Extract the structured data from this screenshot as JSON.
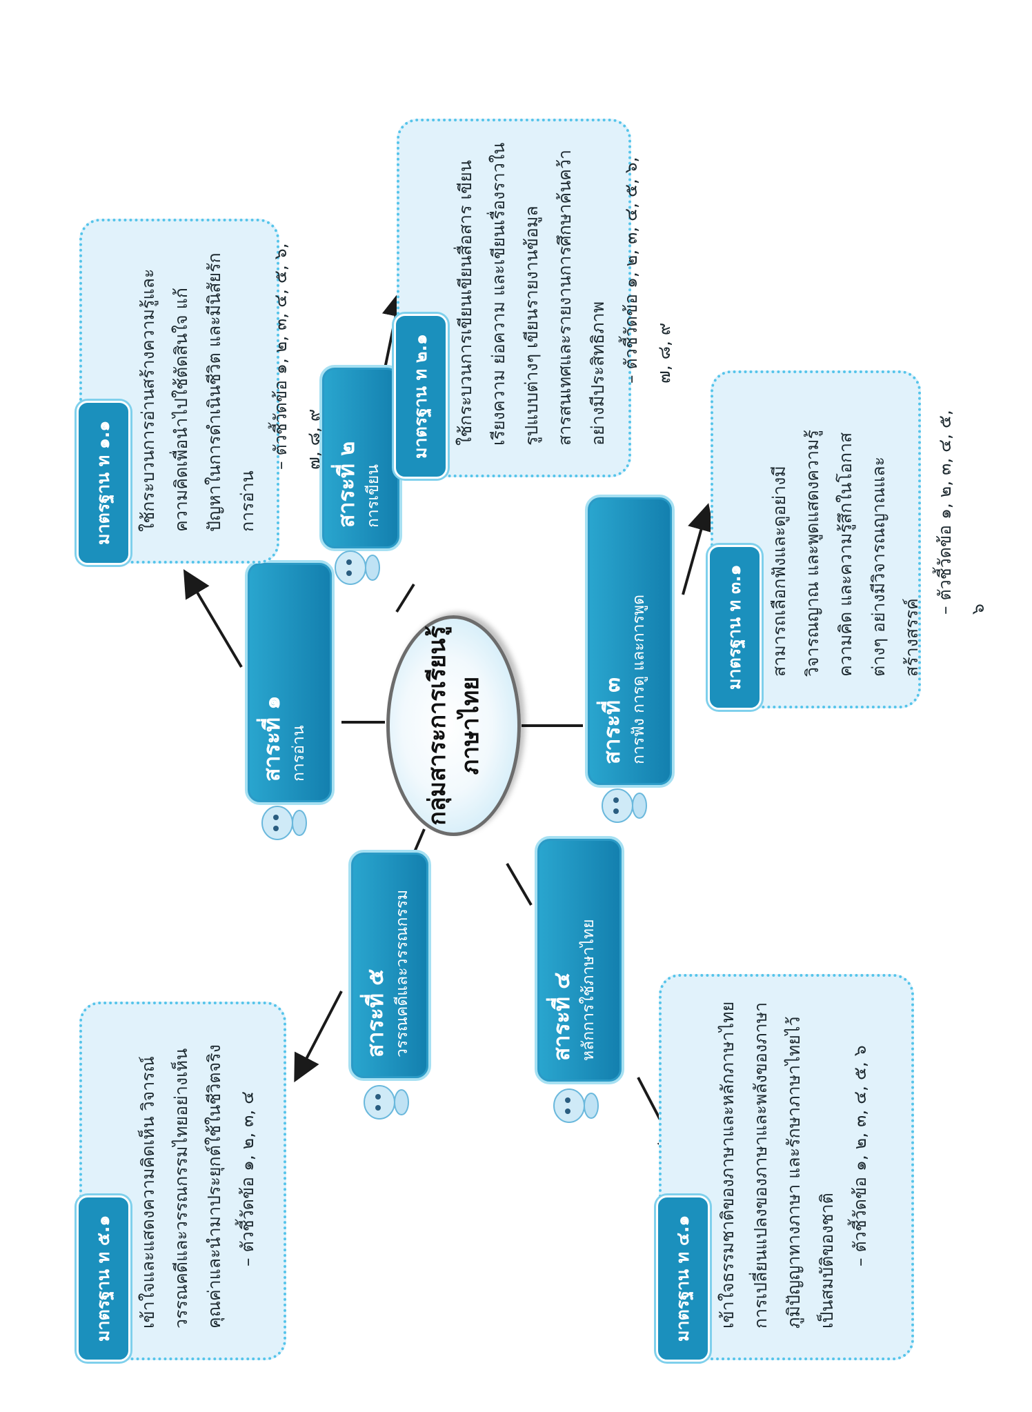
{
  "center": {
    "line1": "กลุ่มสาระการเรียนรู้",
    "line2": "ภาษาไทย"
  },
  "topics": [
    {
      "title": "สาระที่ ๑",
      "subtitle": "การอ่าน"
    },
    {
      "title": "สาระที่ ๒",
      "subtitle": "การเขียน"
    },
    {
      "title": "สาระที่ ๓",
      "subtitle": "การฟัง การดู และการพูด"
    },
    {
      "title": "สาระที่ ๔",
      "subtitle": "หลักการใช้ภาษาไทย"
    },
    {
      "title": "สาระที่ ๕",
      "subtitle": "วรรณคดีและวรรณกรรม"
    }
  ],
  "standards": [
    {
      "tag": "มาตรฐาน ท ๑.๑",
      "body": "ใช้กระบวนการอ่านสร้างความรู้และความคิดเพื่อนำไปใช้ตัดสินใจ แก้ปัญหาในการดำเนินชีวิต และมีนิสัยรักการอ่าน",
      "indicators": "– ตัวชี้วัดข้อ ๑, ๒, ๓, ๔, ๕, ๖, ๗, ๘, ๙"
    },
    {
      "tag": "มาตรฐาน ท ๒.๑",
      "body": "ใช้กระบวนการเขียนเขียนสื่อสาร เขียนเรียงความ ย่อความ และเขียนเรื่องราวในรูปแบบต่างๆ เขียนรายงานข้อมูลสารสนเทศและรายงานการศึกษาค้นคว้าอย่างมีประสิทธิภาพ",
      "indicators": "– ตัวชี้วัดข้อ ๑, ๒, ๓, ๔, ๕, ๖, ๗, ๘, ๙"
    },
    {
      "tag": "มาตรฐาน ท ๓.๑",
      "body": "สามารถเลือกฟังและดูอย่างมีวิจารณญาณ และพูดแสดงความรู้ ความคิด และความรู้สึกในโอกาสต่างๆ อย่างมีวิจารณญาณและสร้างสรรค์",
      "indicators": "– ตัวชี้วัดข้อ ๑, ๒, ๓, ๔, ๕, ๖"
    },
    {
      "tag": "มาตรฐาน ท ๔.๑",
      "body": "เข้าใจธรรมชาติของภาษาและหลักภาษาไทย การเปลี่ยนแปลงของภาษาและพลังของภาษา ภูมิปัญญาทางภาษา และรักษาภาษาไทยไว้เป็นสมบัติของชาติ",
      "indicators": "– ตัวชี้วัดข้อ ๑, ๒, ๓, ๔, ๕, ๖"
    },
    {
      "tag": "มาตรฐาน ท ๕.๑",
      "body": "เข้าใจและแสดงความคิดเห็น วิจารณ์วรรณคดีและวรรณกรรมไทยอย่างเห็นคุณค่าและนำมาประยุกต์ใช้ในชีวิตจริง",
      "indicators": "– ตัวชี้วัดข้อ ๑, ๒, ๓, ๔"
    }
  ],
  "colors": {
    "topic_fill": "#1b90bd",
    "box_fill": "#e1f2fb",
    "box_border": "#55c4ea",
    "connector": "#1a1a1a"
  }
}
